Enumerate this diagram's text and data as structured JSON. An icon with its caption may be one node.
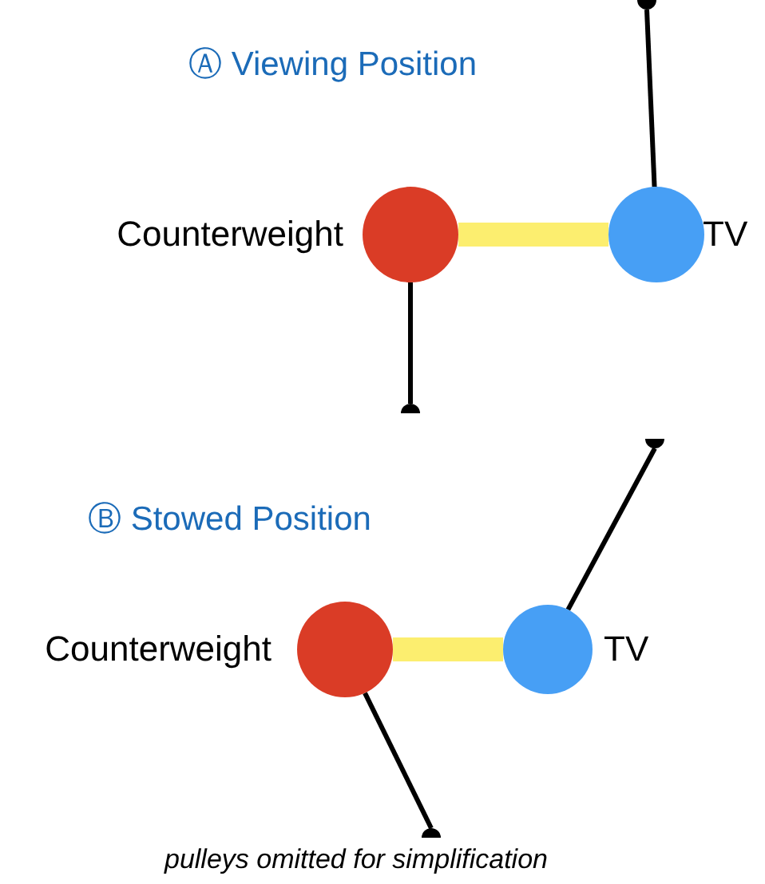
{
  "diagram": {
    "nodes": [
      {
        "text": [],
        "shape": "circle",
        "beside": [
          "Counterweight"
        ]
      },
      {
        "text": [],
        "shape": "circle",
        "beside": [
          "TV"
        ]
      },
      {
        "text": [],
        "shape": "semicircle"
      },
      {
        "text": [],
        "shape": "semicircle"
      },
      {
        "text": [],
        "shape": "circle",
        "beside": [
          "Counterweight"
        ]
      },
      {
        "text": [],
        "shape": "circle",
        "beside": [
          "TV"
        ]
      },
      {
        "text": [],
        "shape": "semicircle"
      },
      {
        "text": [],
        "shape": "semicircle"
      }
    ],
    "edges": [
      {
        "from": 0,
        "to": 1,
        "arrow": "none",
        "style": "thick",
        "color": "#fcee6f"
      },
      {
        "from": 1,
        "to": 2,
        "arrow": "none"
      },
      {
        "from": 0,
        "to": 3,
        "arrow": "none"
      },
      {
        "from": 4,
        "to": 5,
        "arrow": "none",
        "style": "thick",
        "color": "#fcee6f"
      },
      {
        "from": 5,
        "to": 6,
        "arrow": "none"
      },
      {
        "from": 4,
        "to": 7,
        "arrow": "none"
      }
    ],
    "labels": [
      "Ⓐ Viewing Position",
      "Ⓑ Stowed Position",
      "pulleys omitted for simplification"
    ]
  }
}
